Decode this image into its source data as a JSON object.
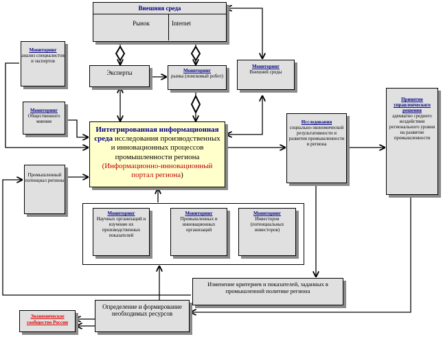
{
  "external_env": {
    "title": "Внешняя среда",
    "market": "Рынок",
    "internet": "Internet"
  },
  "monitor_survey": {
    "title": "Мониторинг",
    "text": "анализ специалистов и экспертов"
  },
  "experts": {
    "label": "Эксперты"
  },
  "monitor_market": {
    "title": "Мониторинг",
    "text": "рынка (поисковый робот)"
  },
  "monitor_env": {
    "title": "Мониторинг",
    "text": "Внешней среды"
  },
  "monitor_public": {
    "title": "Мониторинг",
    "text": "Общественного мнения"
  },
  "center": {
    "line1": "Интегрированная информационная",
    "line2a": "среда",
    "line2b": " исследования производственных и инновационных процессов промышленности региона",
    "line3": "(Информационно-инновационный портал региона",
    "line3end": ")"
  },
  "analysis": {
    "title": "Исследования",
    "text": "социально-экономической результативности и развития промышленности и региона"
  },
  "decisions": {
    "title": "Принятие управленческого решения",
    "text": "адекватно среднего воздействия регионального уровня на развитие промышленности"
  },
  "industry": {
    "label": "Промышленный потенциал региона"
  },
  "mon_sci": {
    "title": "Мониторинг",
    "text": "Научных организаций и изучение их производственных показателей"
  },
  "mon_ind": {
    "title": "Мониторинг",
    "text": "Промышленных и инновационных организаций"
  },
  "mon_inv": {
    "title": "Мониторинг",
    "text": "Инвесторов (потенциальных инвесторов)"
  },
  "criteria": {
    "label": "Изменение критериев и показателей, заданных в промышленной политике региона"
  },
  "resources": {
    "label": "Определение и формирование необходимых ресурсов"
  },
  "economic": {
    "label": "Экономическое сообщество России"
  }
}
